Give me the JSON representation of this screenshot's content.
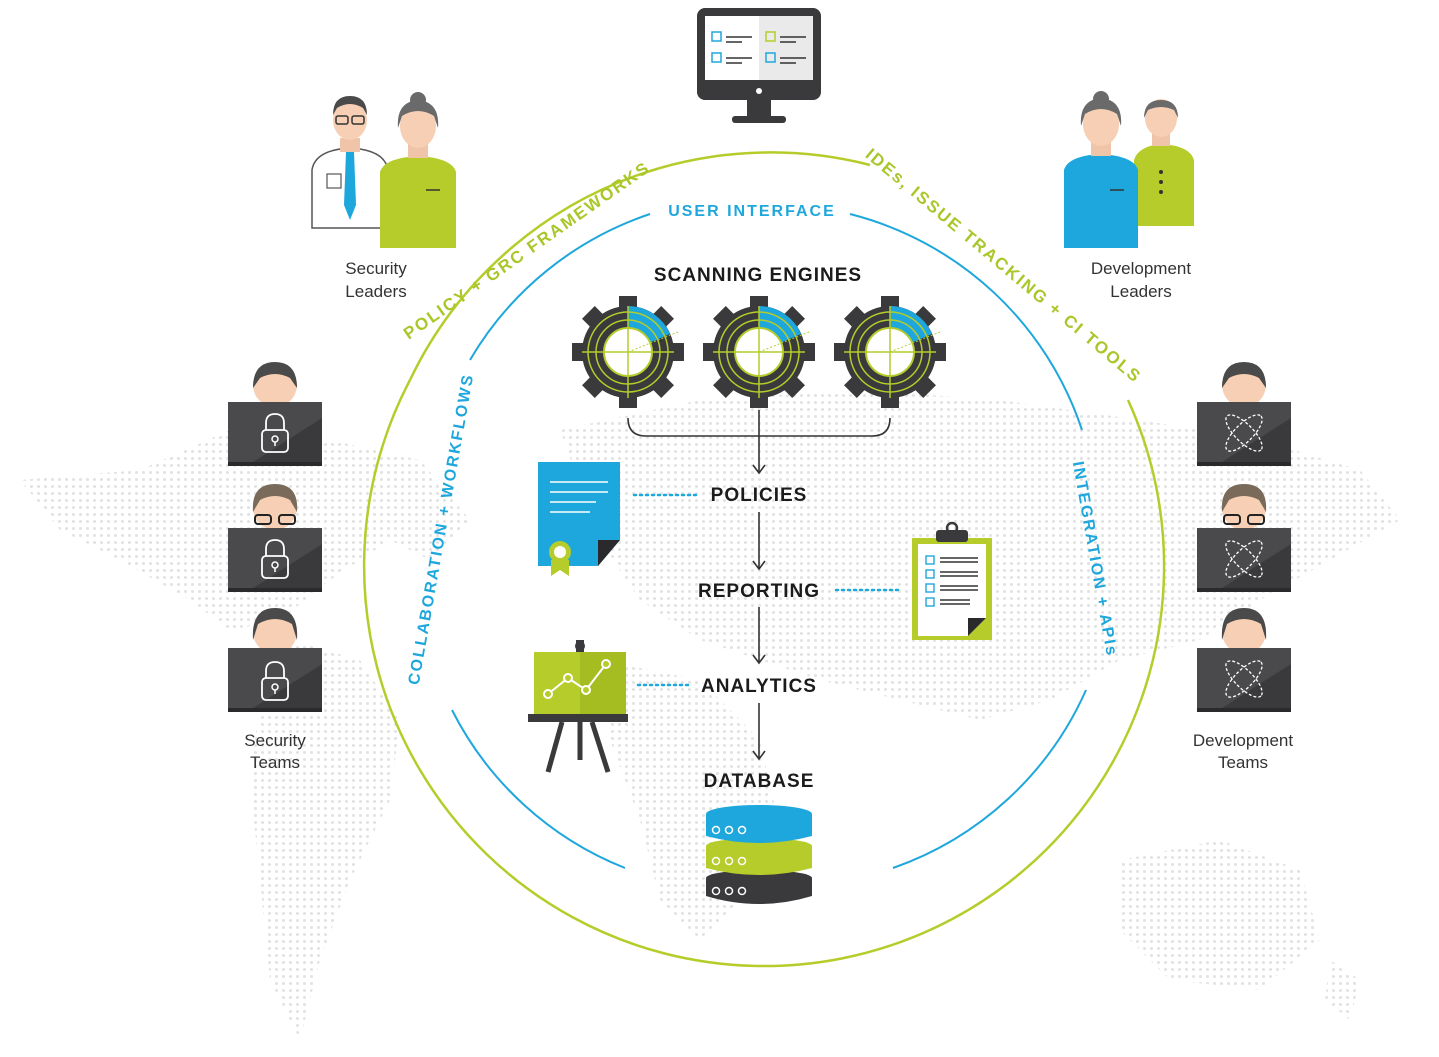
{
  "colors": {
    "blue": "#1ea7dc",
    "green": "#b5cc2a",
    "dark": "#3a3a3c",
    "text": "#1b1b1b"
  },
  "center": {
    "scanning": "SCANNING ENGINES",
    "policies": "POLICIES",
    "reporting": "REPORTING",
    "analytics": "ANALYTICS",
    "database": "DATABASE"
  },
  "inner_ring": {
    "top": "USER INTERFACE",
    "left": "COLLABORATION + WORKFLOWS",
    "right": "INTEGRATION + APIs"
  },
  "outer_ring": {
    "left": "POLICY + GRC FRAMEWORKS",
    "right": "IDEs, ISSUE TRACKING + CI TOOLS"
  },
  "roles": {
    "security_leaders": [
      "Security",
      "Leaders"
    ],
    "development_leaders": [
      "Development",
      "Leaders"
    ],
    "security_teams": [
      "Security",
      "Teams"
    ],
    "development_teams": [
      "Development",
      "Teams"
    ]
  },
  "icons": [
    "monitor-checklist-icon",
    "gear-radar-icon",
    "certificate-icon",
    "clipboard-icon",
    "easel-chart-icon",
    "database-icon",
    "padlock-icon",
    "atom-icon"
  ]
}
